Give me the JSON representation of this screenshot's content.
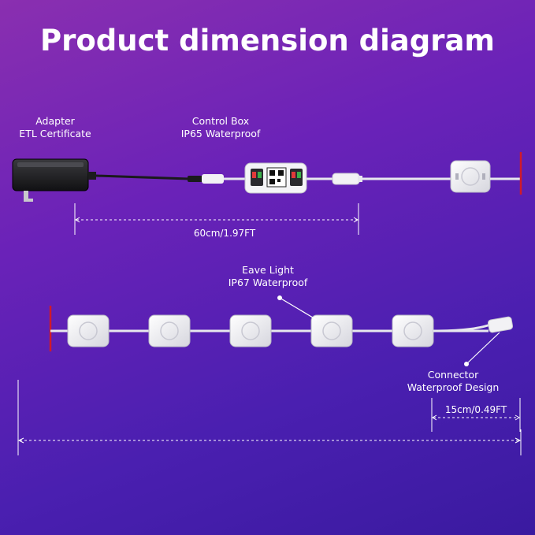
{
  "title": "Product dimension diagram",
  "labels": {
    "adapter": [
      "Adapter",
      "ETL Certificate"
    ],
    "control_box": [
      "Control Box",
      "IP65 Waterproof"
    ],
    "eave_light": [
      "Eave Light",
      "IP67 Waterproof"
    ],
    "connector": [
      "Connector",
      "Waterproof Design"
    ]
  },
  "dimensions": {
    "adapter_cable": "60cm/1.97FT",
    "connector_lead": "15cm/0.49FT"
  },
  "colors": {
    "background_top": "#8a2fb0",
    "background_bottom": "#3a1aa0",
    "cut_mark": "#d01a2a",
    "cable": "#e8e8ee",
    "adapter": "#1c1c1e"
  },
  "icons": [
    "power-adapter-icon",
    "control-box-icon",
    "eave-light-module-icon",
    "connector-plug-icon"
  ]
}
